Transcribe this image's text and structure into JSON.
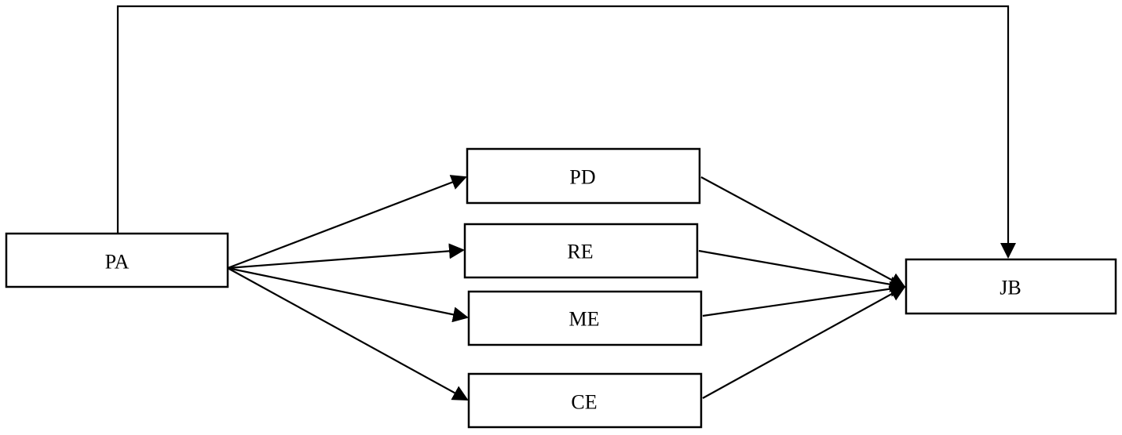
{
  "diagram": {
    "nodes": {
      "pa": {
        "label": "PA"
      },
      "pd": {
        "label": "PD"
      },
      "re": {
        "label": "RE"
      },
      "me": {
        "label": "ME"
      },
      "ce": {
        "label": "CE"
      },
      "jb": {
        "label": "JB"
      }
    },
    "edges": [
      {
        "from": "PA",
        "to": "JB"
      },
      {
        "from": "PA",
        "to": "PD"
      },
      {
        "from": "PA",
        "to": "RE"
      },
      {
        "from": "PA",
        "to": "ME"
      },
      {
        "from": "PA",
        "to": "CE"
      },
      {
        "from": "PD",
        "to": "JB"
      },
      {
        "from": "RE",
        "to": "JB"
      },
      {
        "from": "ME",
        "to": "JB"
      },
      {
        "from": "CE",
        "to": "JB"
      }
    ]
  }
}
